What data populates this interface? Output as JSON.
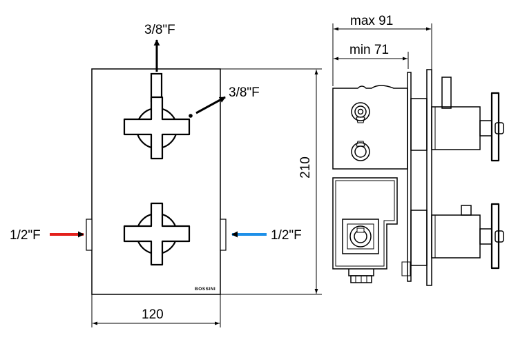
{
  "labels": {
    "top_outlet": "3/8\"F",
    "side_outlet": "3/8\"F",
    "inlet_left": "1/2\"F",
    "inlet_right": "1/2\"F",
    "width": "120",
    "height": "210",
    "depth_max": "max 91",
    "depth_min": "min 71",
    "brand": "BOSSINI"
  },
  "colors": {
    "hot_inlet": "#e3201c",
    "cold_inlet": "#1e90e8",
    "line": "#000000"
  }
}
